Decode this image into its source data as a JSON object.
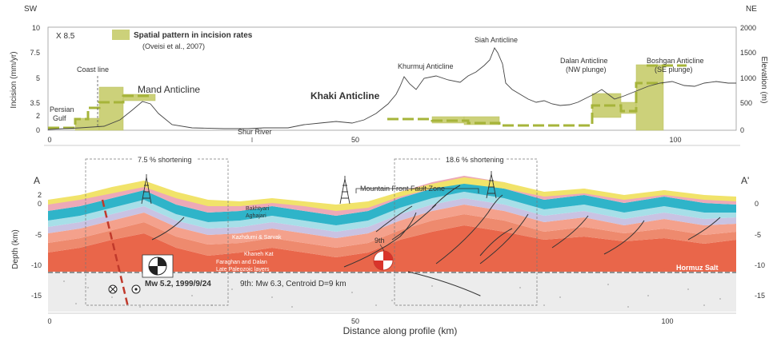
{
  "top_panel": {
    "left_label": "SW",
    "right_label": "NE",
    "y_left_title": "Incision (mm/yr)",
    "y_right_title": "Elevation (m)",
    "vertical_exaggeration": "X 8.5",
    "legend_title": "Spatial pattern in incision rates",
    "legend_citation": "(Oveisi et al., 2007)",
    "y_left_ticks": [
      "10",
      "7.5",
      "5",
      "3.5",
      "2",
      "0"
    ],
    "y_right_ticks": [
      "2000",
      "1500",
      "1000",
      "500",
      "0"
    ],
    "x_ticks": [
      "0",
      "50",
      "100"
    ],
    "labels": {
      "persian_gulf_1": "Persian",
      "persian_gulf_2": "Gulf",
      "coast_line": "Coast line",
      "mand": "Mand Anticline",
      "shur": "Shur River",
      "khaki": "Khaki Anticline",
      "khurmuj": "Khurmuj Anticline",
      "siah": "Siah Anticline",
      "dalan_1": "Dalan Anticline",
      "dalan_2": "(NW plunge)",
      "boshgan_1": "Boshgan Anticline",
      "boshgan_2": "(SE plunge)"
    }
  },
  "cross_section": {
    "label_a": "A",
    "label_a_prime": "A'",
    "y_title": "Depth (km)",
    "x_title": "Distance along profile (km)",
    "y_ticks": [
      "2",
      "0",
      "-5",
      "-10",
      "-15"
    ],
    "x_ticks": [
      "0",
      "50",
      "100"
    ],
    "shortening_1": "7.5 % shortening",
    "shortening_2": "18.6 % shortening",
    "fault_zone": "Mountain Front Fault Zone",
    "hormuz": "Hormuz Salt",
    "quake_1": "Mw 5.2, 1999/9/24",
    "quake_2": "9th: Mw 6.3, Centroid D=9 km",
    "quake_2_tag": "9th",
    "layers": [
      "Bakhtyari",
      "Aghajari",
      "Kazhdumi & Sarvak",
      "Khaneh Kat",
      "Faraghan and Dalan",
      "Late Paleozoic layers"
    ]
  },
  "colors": {
    "incision_box": "#ccd17a",
    "incision_line": "#a6b43a",
    "bakhtyari": "#f1e36a",
    "aghajari": "#f2c79b",
    "pink": "#eda9b7",
    "lavender": "#c9c3e3",
    "teal": "#2fb4c9",
    "cyan_light": "#a7dfe8",
    "khaneh": "#f4a18c",
    "faraghan": "#ee8a6e",
    "paleozoic": "#e9664a",
    "basement": "#ececec"
  }
}
